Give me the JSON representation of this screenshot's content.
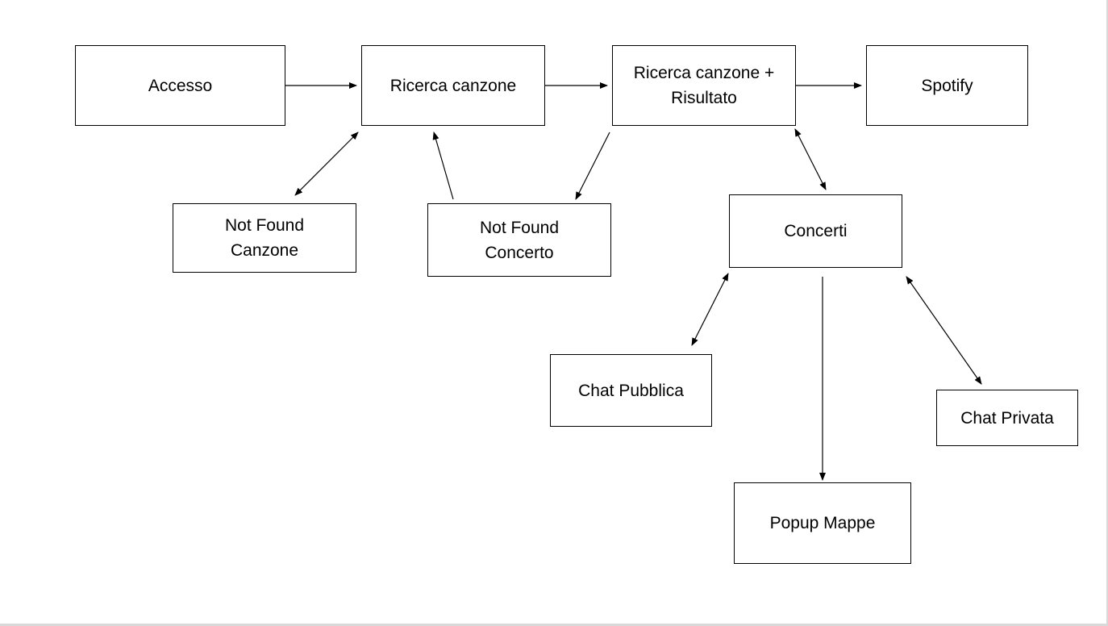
{
  "nodes": {
    "accesso": {
      "label": "Accesso"
    },
    "ricerca_canzone": {
      "label": "Ricerca canzone"
    },
    "ricerca_risultato": {
      "line1": "Ricerca canzone +",
      "line2": "Risultato"
    },
    "spotify": {
      "label": "Spotify"
    },
    "not_found_canzone": {
      "line1": "Not Found",
      "line2": "Canzone"
    },
    "not_found_concerto": {
      "line1": "Not Found",
      "line2": "Concerto"
    },
    "concerti": {
      "label": "Concerti"
    },
    "chat_pubblica": {
      "label": "Chat Pubblica"
    },
    "chat_privata": {
      "label": "Chat Privata"
    },
    "popup_mappe": {
      "label": "Popup Mappe"
    }
  },
  "edges": [
    {
      "from": "accesso",
      "to": "ricerca_canzone",
      "direction": "forward"
    },
    {
      "from": "ricerca_canzone",
      "to": "ricerca_risultato",
      "direction": "forward"
    },
    {
      "from": "ricerca_risultato",
      "to": "spotify",
      "direction": "forward"
    },
    {
      "from": "ricerca_canzone",
      "to": "not_found_canzone",
      "direction": "both"
    },
    {
      "from": "not_found_concerto",
      "to": "ricerca_canzone",
      "direction": "forward"
    },
    {
      "from": "ricerca_risultato",
      "to": "not_found_concerto",
      "direction": "forward"
    },
    {
      "from": "ricerca_risultato",
      "to": "concerti",
      "direction": "both"
    },
    {
      "from": "concerti",
      "to": "chat_pubblica",
      "direction": "both"
    },
    {
      "from": "concerti",
      "to": "popup_mappe",
      "direction": "forward"
    },
    {
      "from": "concerti",
      "to": "chat_privata",
      "direction": "both"
    }
  ],
  "colors": {
    "stroke": "#000000",
    "background": "#ffffff",
    "frame": "#d9d9d9"
  }
}
